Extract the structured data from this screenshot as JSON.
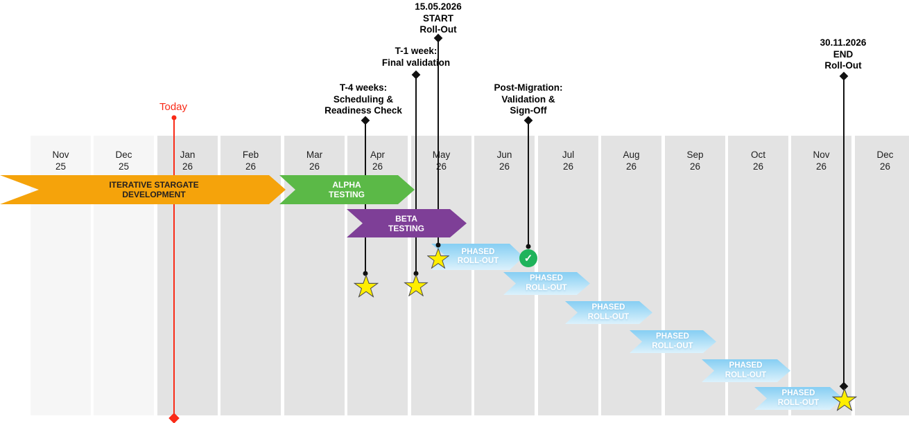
{
  "colors": {
    "development_orange": "#f5a30b",
    "alpha_green": "#5bb947",
    "beta_purple": "#7e3f97",
    "rollout_blue_top": "#86cef3",
    "rollout_blue_bottom": "#dcf1fc",
    "today_red": "#f92a17",
    "check_green": "#1fb35b",
    "star_yellow": "#ffee00",
    "column_light": "#f6f6f6",
    "column_dark": "#e3e3e3"
  },
  "months": [
    {
      "label": "Nov",
      "year": "25",
      "tone": "light"
    },
    {
      "label": "Dec",
      "year": "25",
      "tone": "light"
    },
    {
      "label": "Jan",
      "year": "26",
      "tone": "dark"
    },
    {
      "label": "Feb",
      "year": "26",
      "tone": "dark"
    },
    {
      "label": "Mar",
      "year": "26",
      "tone": "dark"
    },
    {
      "label": "Apr",
      "year": "26",
      "tone": "dark"
    },
    {
      "label": "May",
      "year": "26",
      "tone": "dark"
    },
    {
      "label": "Jun",
      "year": "26",
      "tone": "dark"
    },
    {
      "label": "Jul",
      "year": "26",
      "tone": "dark"
    },
    {
      "label": "Aug",
      "year": "26",
      "tone": "dark"
    },
    {
      "label": "Sep",
      "year": "26",
      "tone": "dark"
    },
    {
      "label": "Oct",
      "year": "26",
      "tone": "dark"
    },
    {
      "label": "Nov",
      "year": "26",
      "tone": "dark"
    },
    {
      "label": "Dec",
      "year": "26",
      "tone": "dark"
    }
  ],
  "phases": [
    {
      "name": "iterative-stargate-development",
      "line1": "ITERATIVE STARGATE",
      "line2": "DEVELOPMENT",
      "start": "Nov 2025",
      "end": "early Mar 2026"
    },
    {
      "name": "alpha-testing",
      "line1": "ALPHA",
      "line2": "TESTING",
      "start": "Mar 2026",
      "end": "early May 2026"
    },
    {
      "name": "beta-testing",
      "line1": "BETA",
      "line2": "TESTING",
      "start": "Apr 2026",
      "end": "late May 2026"
    },
    {
      "name": "phased-rollout-1",
      "line1": "PHASED",
      "line2": "ROLL-OUT",
      "start": "mid May 2026",
      "end": "late Jun 2026"
    },
    {
      "name": "phased-rollout-2",
      "line1": "PHASED",
      "line2": "ROLL-OUT",
      "start": "mid Jun 2026",
      "end": "late Jul 2026"
    },
    {
      "name": "phased-rollout-3",
      "line1": "PHASED",
      "line2": "ROLL-OUT",
      "start": "mid Jul 2026",
      "end": "late Aug 2026"
    },
    {
      "name": "phased-rollout-4",
      "line1": "PHASED",
      "line2": "ROLL-OUT",
      "start": "mid Aug 2026",
      "end": "late Sep 2026"
    },
    {
      "name": "phased-rollout-5",
      "line1": "PHASED",
      "line2": "ROLL-OUT",
      "start": "late Sep 2026",
      "end": "early Nov 2026"
    },
    {
      "name": "phased-rollout-6",
      "line1": "PHASED",
      "line2": "ROLL-OUT",
      "start": "mid Oct 2026",
      "end": "30.11.2026"
    }
  ],
  "milestones": [
    {
      "name": "start-rollout",
      "lines": [
        "15.05.2026",
        "START",
        "Roll-Out"
      ]
    },
    {
      "name": "t1-week",
      "lines": [
        "T-1 week:",
        "Final validation"
      ]
    },
    {
      "name": "t4-weeks",
      "lines": [
        "T-4 weeks:",
        "Scheduling &",
        "Readiness Check"
      ]
    },
    {
      "name": "post-migration",
      "lines": [
        "Post-Migration:",
        "Validation &",
        "Sign-Off"
      ]
    },
    {
      "name": "end-rollout",
      "lines": [
        "30.11.2026",
        "END",
        "Roll-Out"
      ]
    }
  ],
  "today": {
    "label": "Today"
  },
  "icons": {
    "check": "✓"
  }
}
